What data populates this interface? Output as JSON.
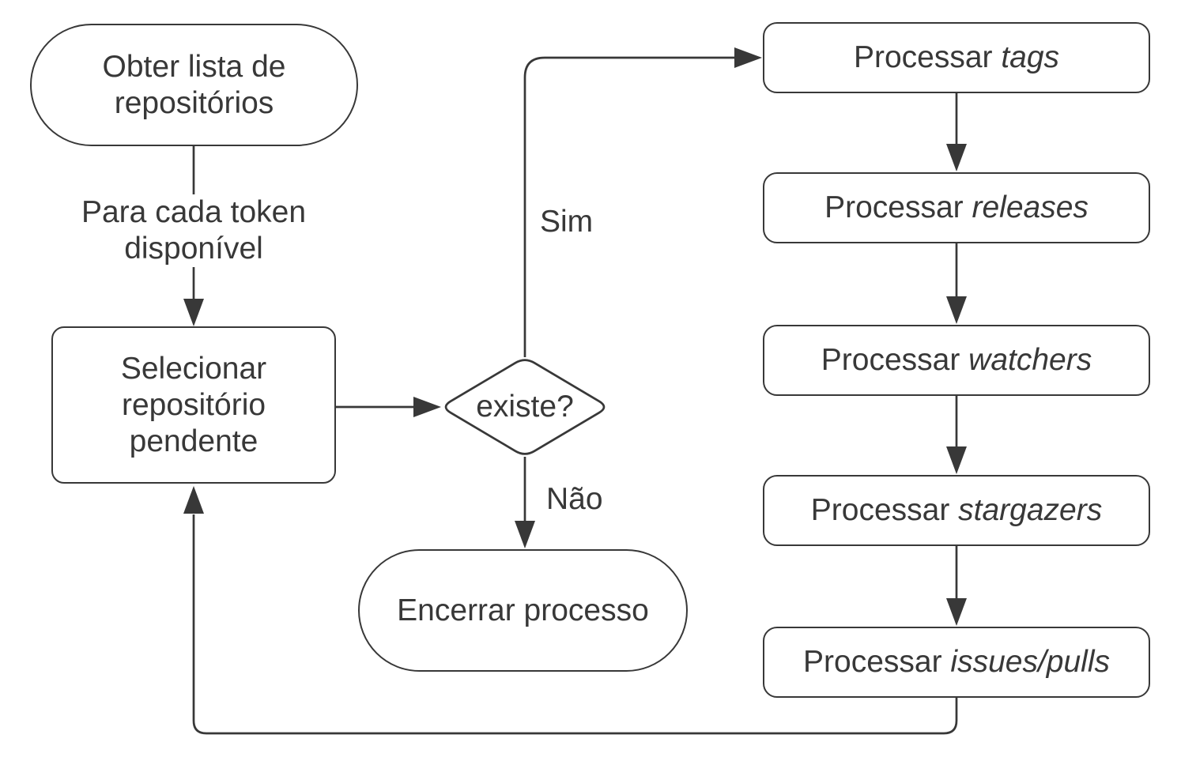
{
  "flowchart": {
    "nodes": {
      "obter": {
        "label": "Obter lista de repositórios",
        "shape": "terminator"
      },
      "selecionar": {
        "label": "Selecionar repositório pendente",
        "shape": "process"
      },
      "existe": {
        "label": "existe?",
        "shape": "decision"
      },
      "encerrar": {
        "label": "Encerrar processo",
        "shape": "terminator"
      }
    },
    "process_steps": [
      {
        "prefix": "Processar",
        "term": "tags"
      },
      {
        "prefix": "Processar",
        "term": "releases"
      },
      {
        "prefix": "Processar",
        "term": "watchers"
      },
      {
        "prefix": "Processar",
        "term": "stargazers"
      },
      {
        "prefix": "Processar",
        "term": "issues/pulls"
      }
    ],
    "edge_labels": {
      "token_loop": "Para cada token disponível",
      "yes": "Sim",
      "no": "Não"
    },
    "colors": {
      "stroke": "#383838",
      "text": "#383838",
      "background": "#ffffff"
    }
  }
}
